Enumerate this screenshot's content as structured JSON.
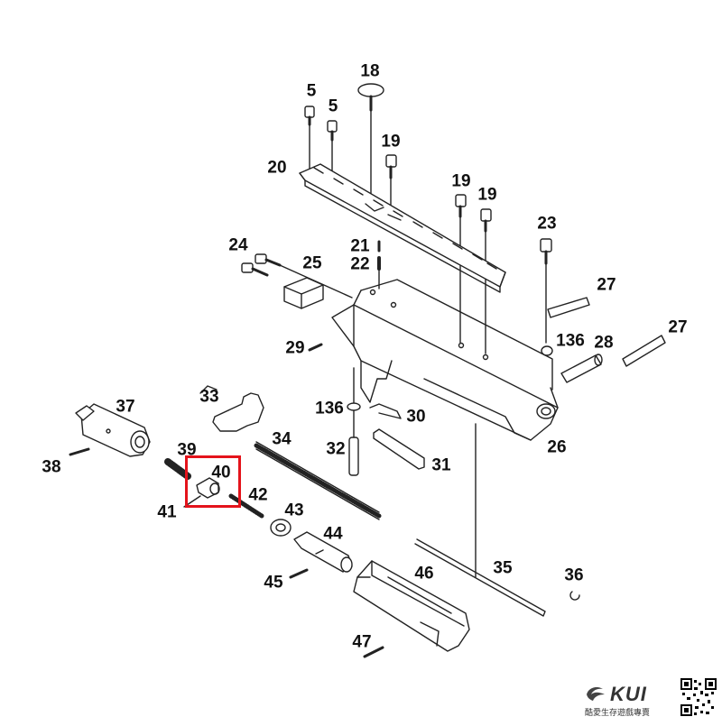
{
  "diagram": {
    "type": "exploded-parts-view",
    "highlighted_part": "40",
    "highlight_color": "#e4131b",
    "line_color": "#222222"
  },
  "labels": {
    "p5a": "5",
    "p5b": "5",
    "p18": "18",
    "p19a": "19",
    "p19b": "19",
    "p19c": "19",
    "p20": "20",
    "p21": "21",
    "p22": "22",
    "p23": "23",
    "p24": "24",
    "p25": "25",
    "p26": "26",
    "p27a": "27",
    "p27b": "27",
    "p28": "28",
    "p29": "29",
    "p30": "30",
    "p31": "31",
    "p32": "32",
    "p33": "33",
    "p34": "34",
    "p35": "35",
    "p36": "36",
    "p37": "37",
    "p38": "38",
    "p39": "39",
    "p40": "40",
    "p41": "41",
    "p42": "42",
    "p43": "43",
    "p44": "44",
    "p45": "45",
    "p46": "46",
    "p47": "47",
    "p136a": "136",
    "p136b": "136"
  },
  "watermark": {
    "brand": "KUI",
    "slogan": "酷愛生存遊戲專賣",
    "logo_icon": "kui-logo-icon",
    "qr_icon": "qr-code-icon"
  }
}
